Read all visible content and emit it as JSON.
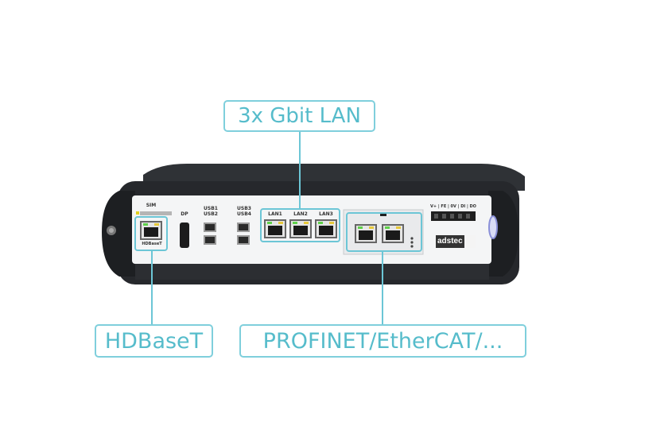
{
  "callouts": {
    "lan": "3x Gbit LAN",
    "hdbaset": "HDBaseT",
    "fieldbus": "PROFINET/EtherCAT/..."
  },
  "device_labels": {
    "sim": "SIM",
    "dp": "DP",
    "usb1": "USB1",
    "usb2": "USB2",
    "usb3": "USB3",
    "usb4": "USB4",
    "lan1": "LAN1",
    "lan2": "LAN2",
    "lan3": "LAN3",
    "io": "V+ | FE | 0V | DI | DO",
    "hdbaset_port": "HDBaseT",
    "brand": "adstec"
  },
  "colors": {
    "accent": "#6cc6d6",
    "callout_text": "#56bccb",
    "chassis": "#2b2d31"
  }
}
